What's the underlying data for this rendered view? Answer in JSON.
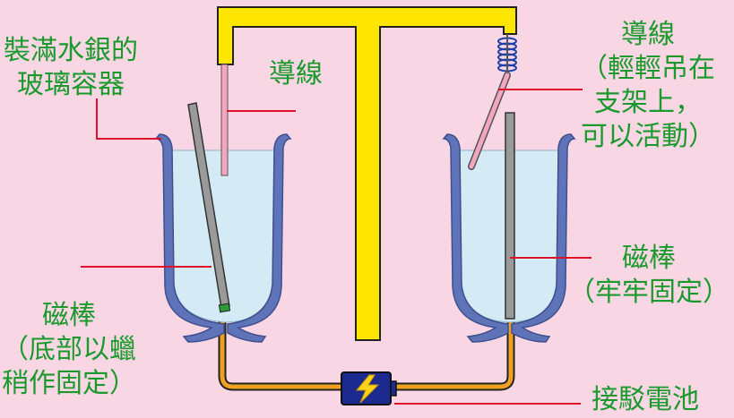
{
  "labels": {
    "container_left": "裝滿水銀的\n玻璃容器",
    "wire_center": "導線",
    "wire_right": "導線\n（輕輕吊在\n支架上，\n可以活動）",
    "magnet_left": "磁棒\n（底部以蠟\n稍作固定）",
    "magnet_right": "磁棒\n（牢牢固定）",
    "battery": "接駁電池"
  },
  "colors": {
    "background": "#f9d6e4",
    "label_text": "#1a9a2c",
    "leader_line": "#e0102a",
    "stand": "#ffe600",
    "stand_outline": "#222222",
    "beaker_glass": "#5f74b8",
    "mercury": "#d4ebf5",
    "magnet": "#9a9a9a",
    "wire": "#f4a6c0",
    "circuit_wire": "#f0a020",
    "battery_body": "#1c2a8f",
    "battery_bolt": "#ffd21a"
  }
}
